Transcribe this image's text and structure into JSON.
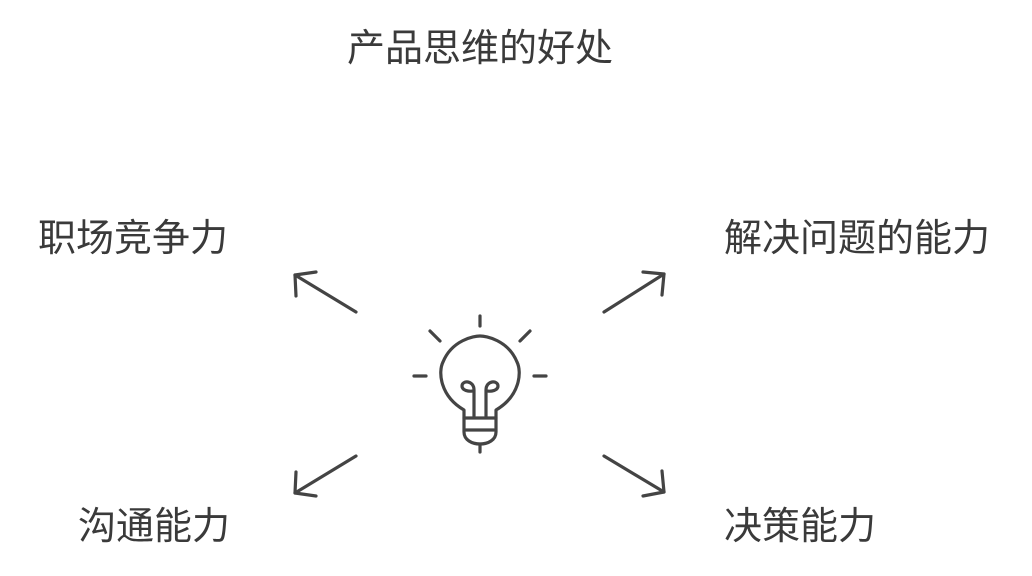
{
  "diagram": {
    "title": "产品思维的好处",
    "center_icon": "lightbulb-icon",
    "branches": {
      "top_left": "职场竞争力",
      "top_right": "解决问题的能力",
      "bottom_left": "沟通能力",
      "bottom_right": "决策能力"
    },
    "colors": {
      "text": "#3a3a3a",
      "stroke": "#444444",
      "background": "#ffffff"
    }
  }
}
